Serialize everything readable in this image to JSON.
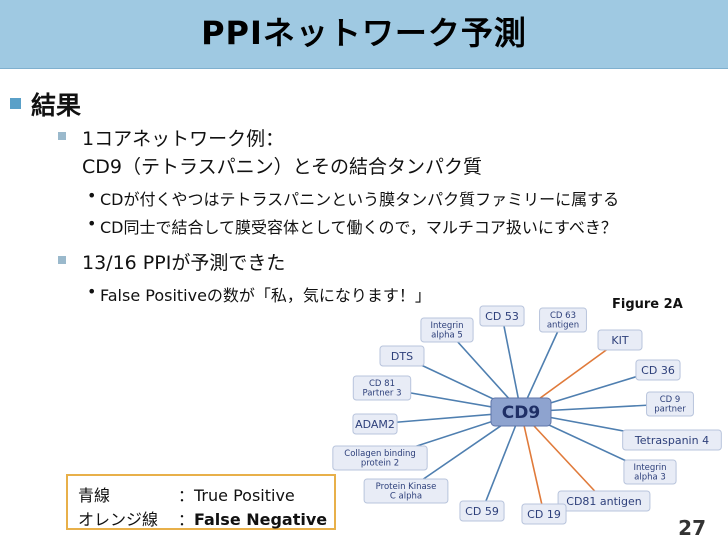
{
  "slide": {
    "title": "PPIネットワーク予測",
    "bullet1": "結果",
    "sub1_line1": "1コアネットワーク例：",
    "sub1_line2": "CD9（テトラスパニン）とその結合タンパク質",
    "sub1_points": [
      "CDが付くやつはテトラスパニンという膜タンパク質ファミリーに属する",
      "CD同士で結合して膜受容体として働くので，マルチコア扱いにすべき？"
    ],
    "sub2": "13/16 PPIが予測できた",
    "sub2_points": [
      "False Positiveの数が「私，気になります！」"
    ],
    "figure_label": "Figure 2A",
    "page_number": "27"
  },
  "legend": {
    "blue_label": "青線",
    "blue_value": "：True Positive",
    "orange_label": "オレンジ線",
    "orange_value": "：False Negative"
  },
  "network": {
    "center": "CD9",
    "nodes": [
      {
        "id": "cd53",
        "lines": [
          "CD 53"
        ],
        "edge": "blue"
      },
      {
        "id": "cd63",
        "lines": [
          "CD 63",
          "antigen"
        ],
        "edge": "blue"
      },
      {
        "id": "integrin5",
        "lines": [
          "Integrin",
          "alpha 5"
        ],
        "edge": "blue"
      },
      {
        "id": "kit",
        "lines": [
          "KIT"
        ],
        "edge": "orange"
      },
      {
        "id": "dts",
        "lines": [
          "DTS"
        ],
        "edge": "blue"
      },
      {
        "id": "cd36",
        "lines": [
          "CD 36"
        ],
        "edge": "blue"
      },
      {
        "id": "cd81p3",
        "lines": [
          "CD 81",
          "Partner 3"
        ],
        "edge": "blue"
      },
      {
        "id": "cd9p",
        "lines": [
          "CD 9",
          "partner"
        ],
        "edge": "blue"
      },
      {
        "id": "adam2",
        "lines": [
          "ADAM2"
        ],
        "edge": "blue"
      },
      {
        "id": "tspan4",
        "lines": [
          "Tetraspanin 4"
        ],
        "edge": "blue"
      },
      {
        "id": "collagen",
        "lines": [
          "Collagen binding",
          "protein 2"
        ],
        "edge": "blue"
      },
      {
        "id": "integrin3",
        "lines": [
          "Integrin",
          "alpha 3"
        ],
        "edge": "blue"
      },
      {
        "id": "pkc",
        "lines": [
          "Protein Kinase",
          "C alpha"
        ],
        "edge": "blue"
      },
      {
        "id": "cd81",
        "lines": [
          "CD81 antigen"
        ],
        "edge": "orange"
      },
      {
        "id": "cd59",
        "lines": [
          "CD 59"
        ],
        "edge": "blue"
      },
      {
        "id": "cd19",
        "lines": [
          "CD 19"
        ],
        "edge": "orange"
      }
    ],
    "colors": {
      "blue": "#4f7fb0",
      "orange": "#e07a3a",
      "node_fill": "#e8ecf6",
      "node_stroke": "#b8c4dc",
      "center_fill": "#8ea3cf",
      "text": "#2d3f7a"
    }
  }
}
